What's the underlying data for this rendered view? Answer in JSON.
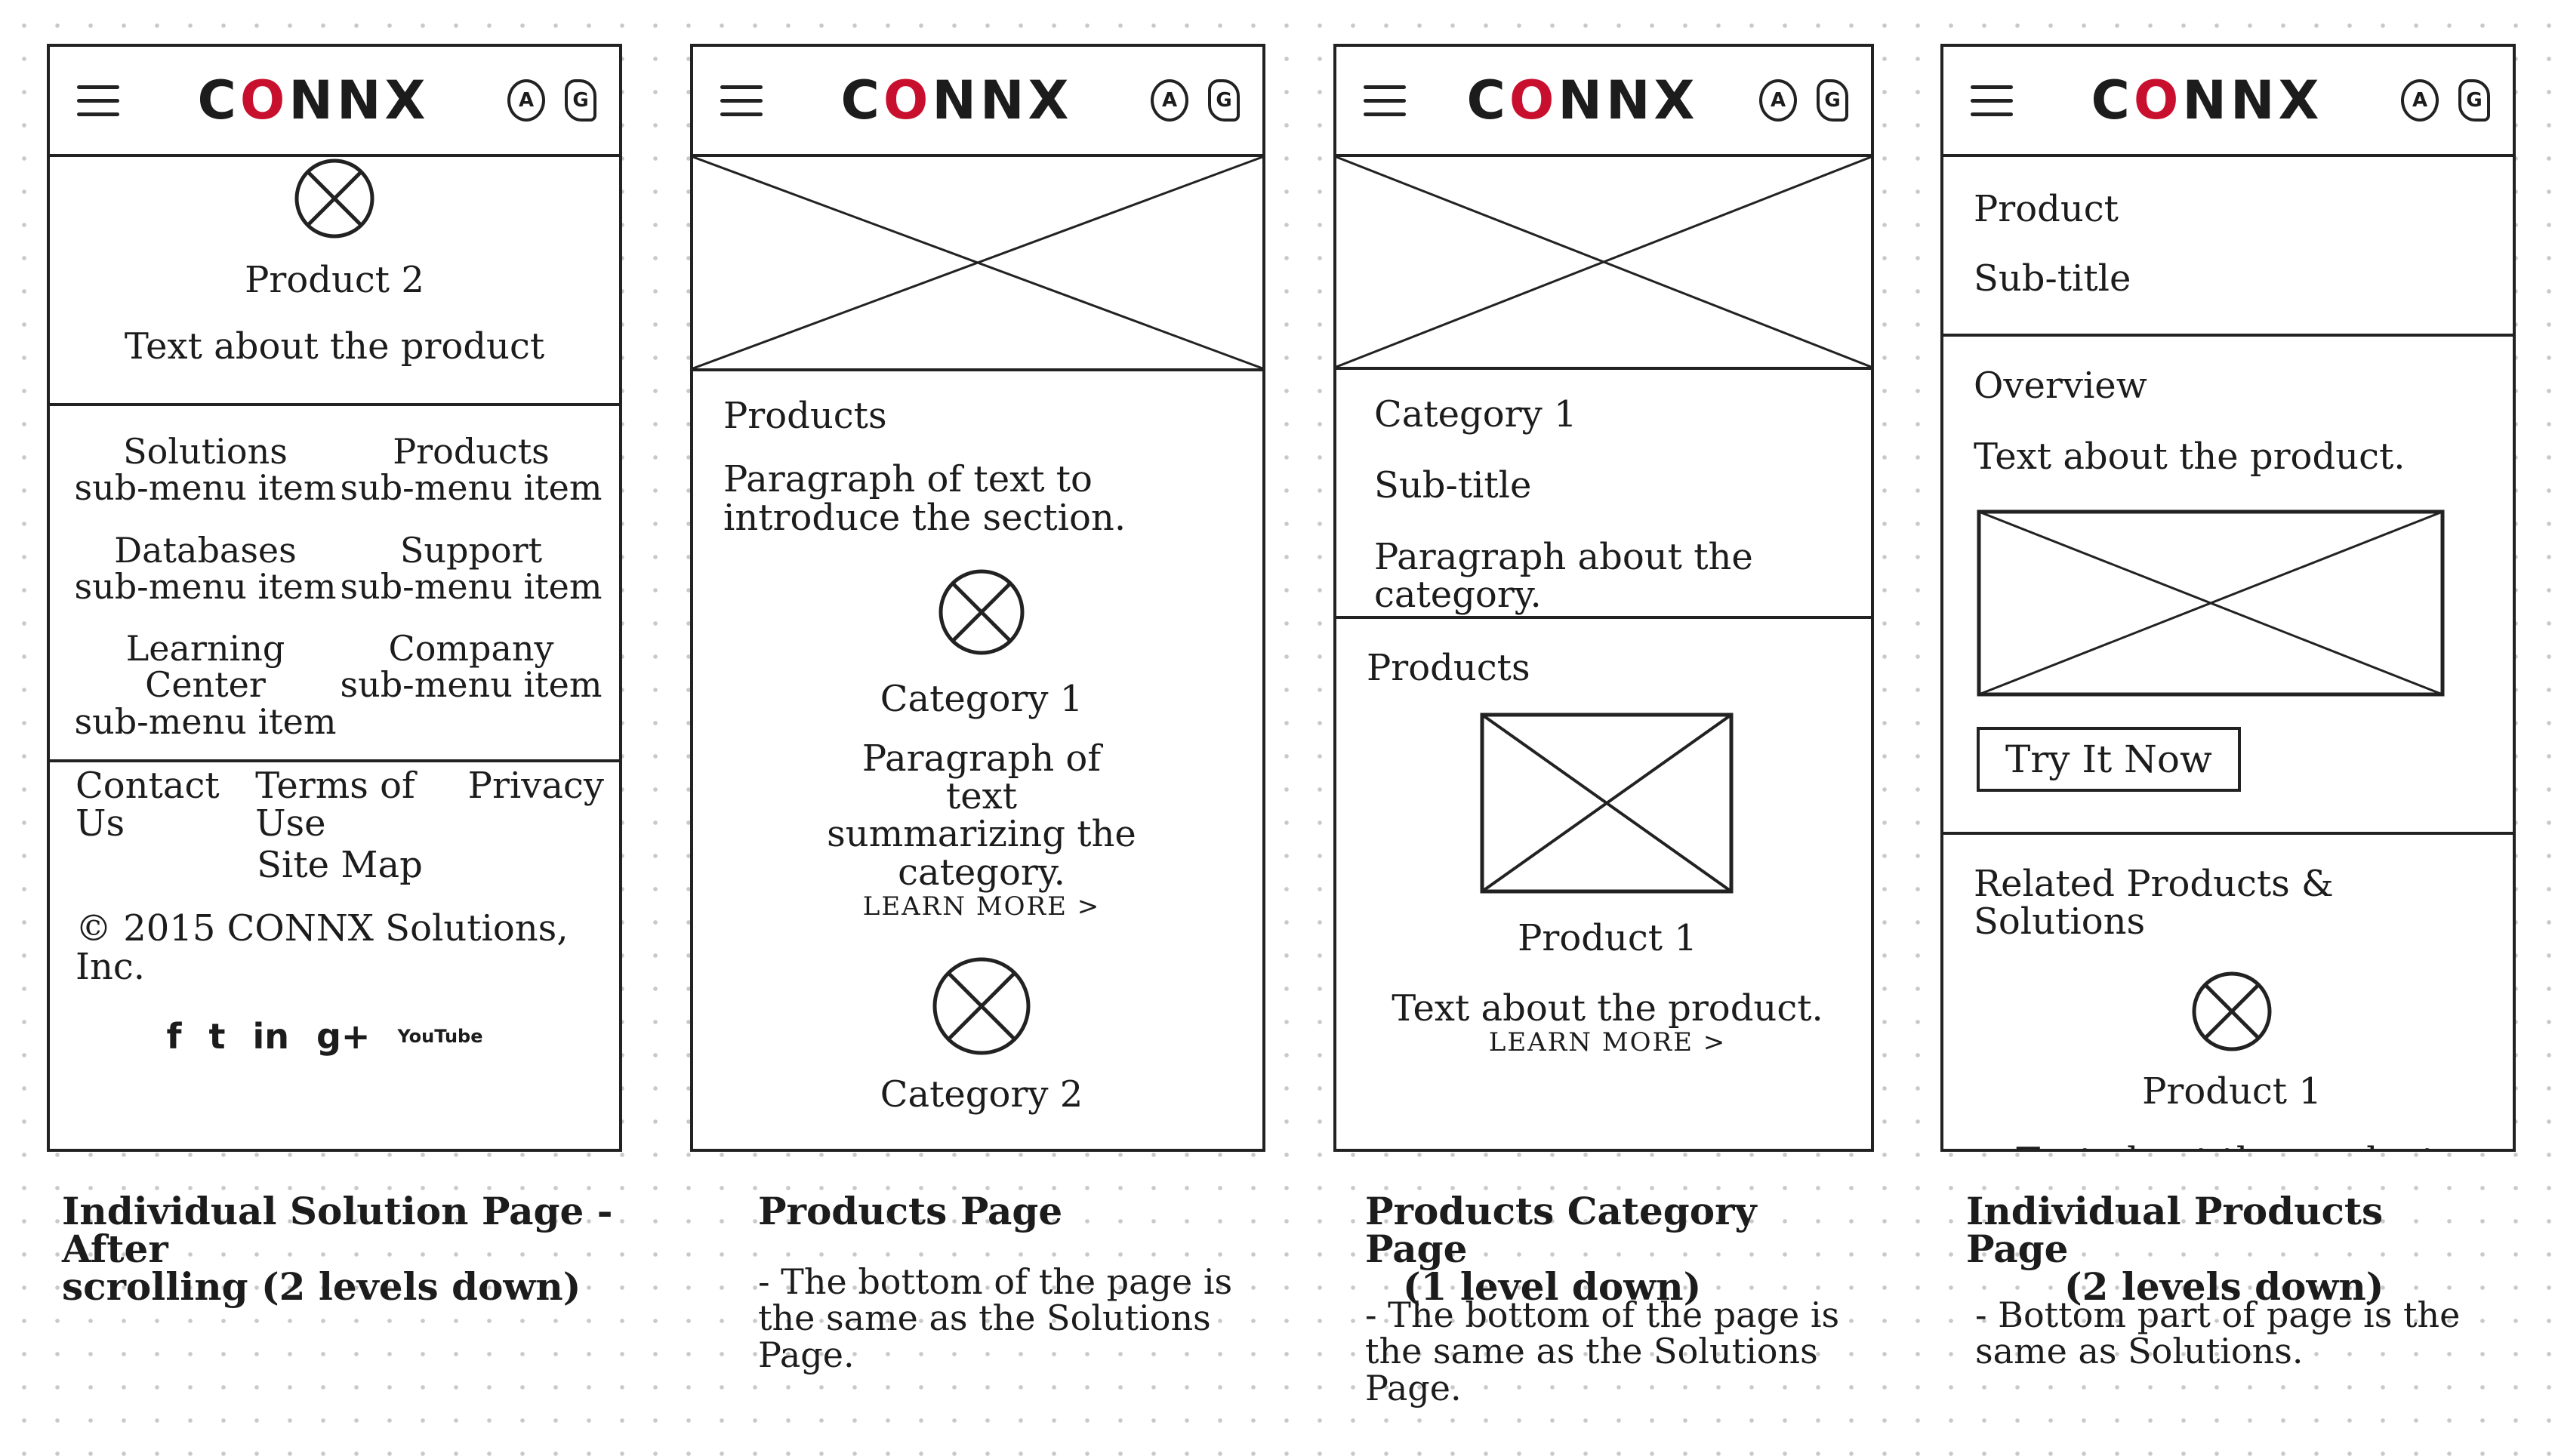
{
  "header": {
    "logo_prefix": "C",
    "logo_dot": "O",
    "logo_suffix": "NNX"
  },
  "accent_color": "#c8102e",
  "icons": [
    "menu-icon",
    "user-icon",
    "phone-icon",
    "image-placeholder-icon"
  ],
  "screen1": {
    "product_title": "Product 2",
    "product_text": "Text about the product",
    "menu": [
      {
        "title": "Solutions",
        "sub": "sub-menu item"
      },
      {
        "title": "Products",
        "sub": "sub-menu item"
      },
      {
        "title": "Databases",
        "sub": "sub-menu item"
      },
      {
        "title": "Support",
        "sub": "sub-menu item"
      },
      {
        "title": "Learning Center",
        "sub": "sub-menu item"
      },
      {
        "title": "Company",
        "sub": "sub-menu item"
      }
    ],
    "footer_links": [
      "Contact Us",
      "Terms of Use",
      "Privacy",
      "Site Map"
    ],
    "copyright": "© 2015 CONNX Solutions, Inc.",
    "social": [
      "f",
      "t",
      "in",
      "g+",
      "YouTube"
    ]
  },
  "screen2": {
    "section_title": "Products",
    "intro": "Paragraph of text to introduce the section.",
    "category1": "Category 1",
    "category1_text": "Paragraph of text summarizing the category.",
    "learn_more": "LEARN MORE >",
    "category2": "Category 2"
  },
  "screen3": {
    "category_title": "Category 1",
    "subtitle": "Sub-title",
    "paragraph": "Paragraph about the category.",
    "products_title": "Products",
    "product_title": "Product 1",
    "product_text": "Text about the product.",
    "learn_more": "LEARN MORE >"
  },
  "screen4": {
    "title": "Product",
    "subtitle": "Sub-title",
    "overview_title": "Overview",
    "overview_text": "Text about the product.",
    "button": "Try It Now",
    "related_title": "Related Products & Solutions",
    "product_title": "Product 1",
    "product_text": "Text about the product."
  },
  "captions": {
    "c1_line1": "Individual Solution Page - After",
    "c1_line2": "scrolling (2 levels down)",
    "c2_title": "Products Page",
    "c2_note": "- The bottom of the page is the same as the Solutions Page.",
    "c3_line1": "Products Category Page",
    "c3_line2": "(1 level down)",
    "c3_note": "- The bottom of the page is the same as the Solutions Page.",
    "c4_line1": "Individual Products Page",
    "c4_line2": "(2 levels down)",
    "c4_note": "- Bottom part of page is the same as Solutions."
  }
}
